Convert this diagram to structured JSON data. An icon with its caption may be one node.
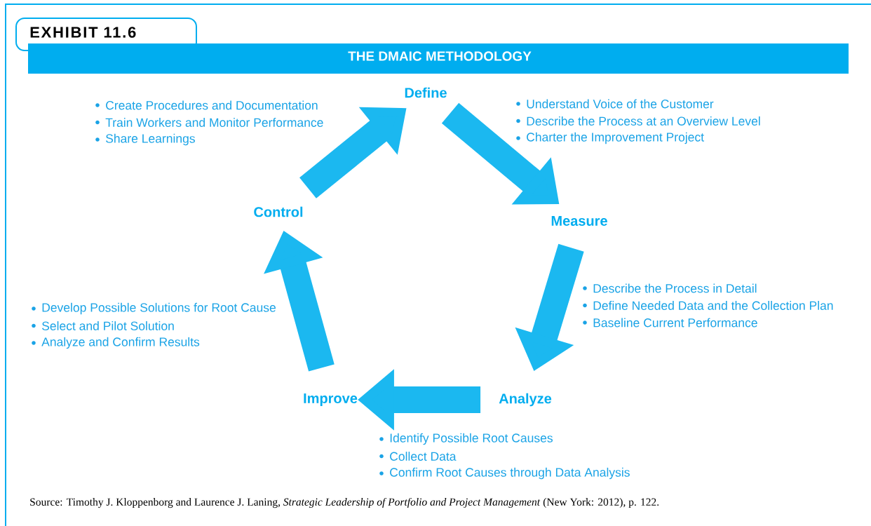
{
  "diagram": {
    "title": "THE DMAIC METHODOLOGY",
    "caption": "Source: Timothy J. Kloppenborg and Laurence J. Laning, *Strategic Leadership of Portfolio and Project Management* (New York: 2012), p. 122.",
    "nodes": [
      {
        "text": [
          "Define"
        ],
        "beside": [
          "Understand Voice of the Customer",
          "Describe the Process at an Overview Level",
          "Charter the Improvement Project"
        ]
      },
      {
        "text": [
          "Measure"
        ],
        "beside": [
          "Describe the Process in Detail",
          "Define Needed Data and the Collection Plan",
          "Baseline Current Performance"
        ]
      },
      {
        "text": [
          "Analyze"
        ],
        "beside": [
          "Identify Possible Root Causes",
          "Collect Data",
          "Confirm Root Causes through Data Analysis"
        ]
      },
      {
        "text": [
          "Improve"
        ],
        "beside": [
          "Develop Possible Solutions for Root Cause",
          "Select and Pilot Solution",
          "Analyze and Confirm Results"
        ]
      },
      {
        "text": [
          "Control"
        ],
        "beside": [
          "Create Procedures and Documentation",
          "Train Workers and Monitor Performance",
          "Share Learnings"
        ]
      }
    ],
    "edges": [
      {
        "from": 0,
        "to": 1,
        "arrow": "to"
      },
      {
        "from": 1,
        "to": 2,
        "arrow": "to"
      },
      {
        "from": 2,
        "to": 3,
        "arrow": "to"
      },
      {
        "from": 3,
        "to": 4,
        "arrow": "to"
      },
      {
        "from": 4,
        "to": 0,
        "arrow": "to"
      }
    ],
    "labels": [
      "EXHIBIT 11.6"
    ]
  }
}
